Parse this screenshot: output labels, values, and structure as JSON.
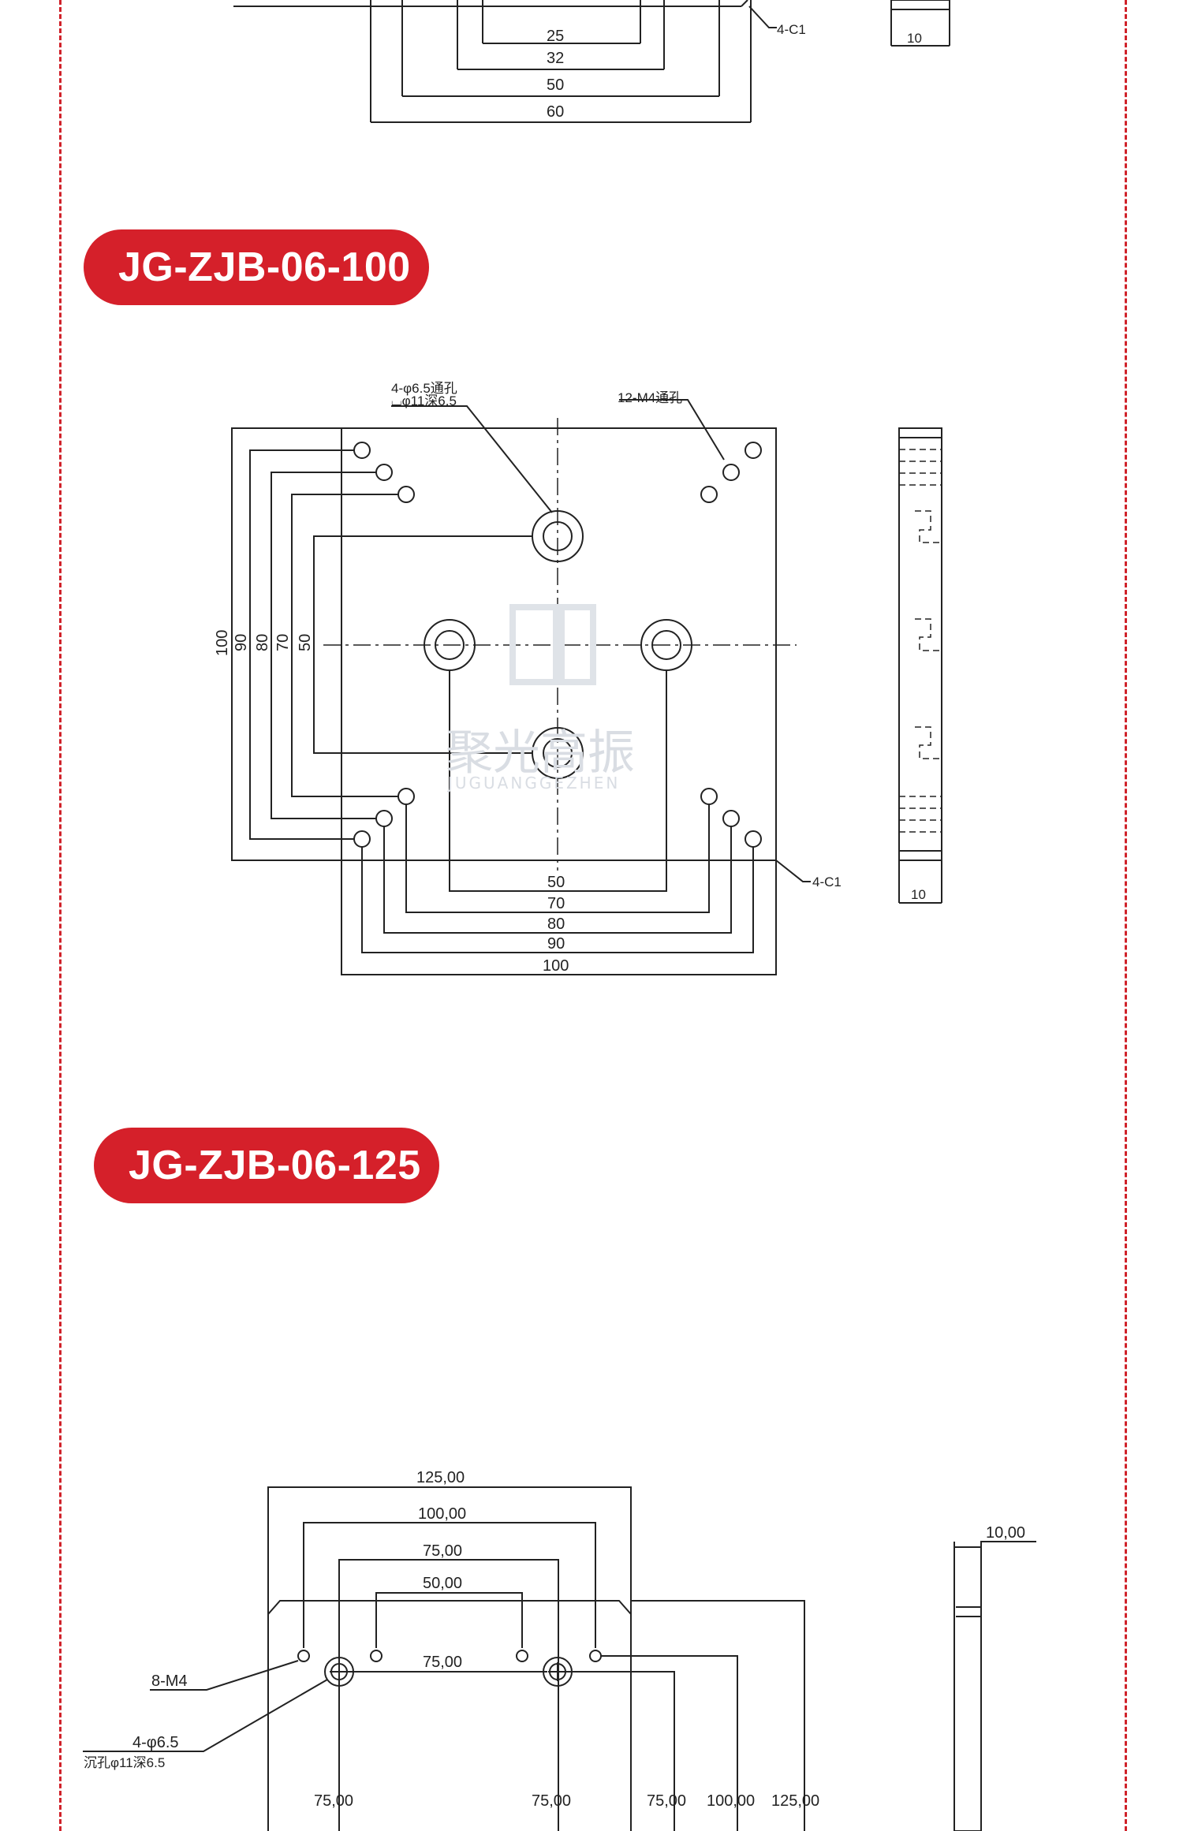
{
  "sections": [
    {
      "title": "JG-ZJB-06-100"
    },
    {
      "title": "JG-ZJB-06-125"
    }
  ],
  "drawing_top": {
    "dims": [
      "25",
      "32",
      "50",
      "60"
    ],
    "chamfer": "4-C1",
    "side_width": "10"
  },
  "drawing_100": {
    "hole_note_line1": "4-φ6.5通孔",
    "hole_note_line2": "⌴φ11深6.5",
    "tap_note": "12-M4通孔",
    "chamfer": "4-C1",
    "side_width": "10",
    "bottom_dims": [
      "50",
      "70",
      "80",
      "90",
      "100"
    ],
    "left_dims": [
      "100",
      "90",
      "80",
      "70",
      "50"
    ],
    "watermark_cn": "聚光高振",
    "watermark_en": "JUGUANGGEZHEN"
  },
  "drawing_125": {
    "top_dims": [
      "125,00",
      "100,00",
      "75,00",
      "50,00"
    ],
    "inner_dim": "75,00",
    "tap_note": "8-M4",
    "hole_note_line1": "4-φ6.5",
    "hole_note_line2": "沉孔φ11深6.5",
    "vert_dims": [
      "75,00",
      "75,00",
      "75,00",
      "100,00",
      "125,00"
    ],
    "side_width": "10,00"
  }
}
